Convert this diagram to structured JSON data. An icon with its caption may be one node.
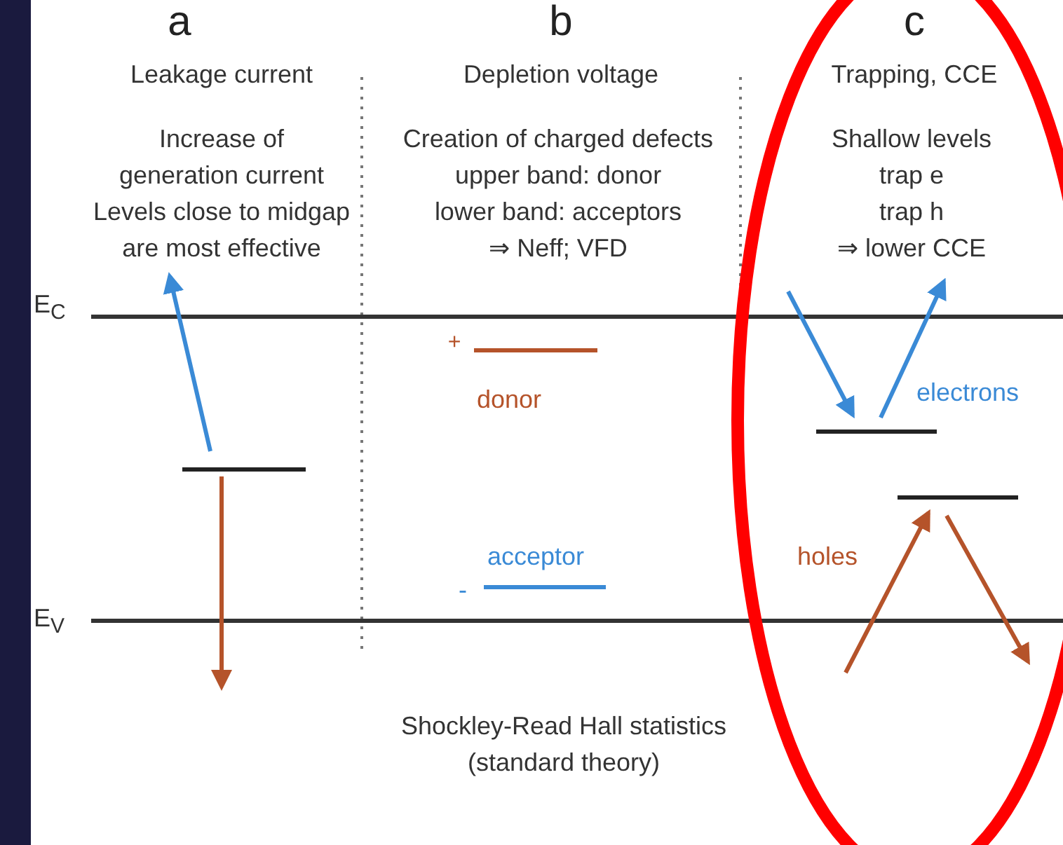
{
  "diagram": {
    "labels": [
      "a",
      "Leakage current",
      "Increase of",
      "generation current",
      "Levels close to midgap",
      "are most effective",
      "b",
      "Depletion voltage",
      "Creation of charged defects",
      "upper band: donor",
      "lower band: acceptors",
      "⇒ Neff; VFD",
      "c",
      "Trapping, CCE",
      "Shallow levels",
      "trap e",
      "trap h",
      "⇒ lower CCE",
      "E$_{C}$",
      "+",
      "donor",
      "electrons",
      "holes",
      "acceptor",
      "-",
      "E$_{V}$",
      "Shockley-Read Hall statistics",
      "(standard theory)"
    ]
  }
}
